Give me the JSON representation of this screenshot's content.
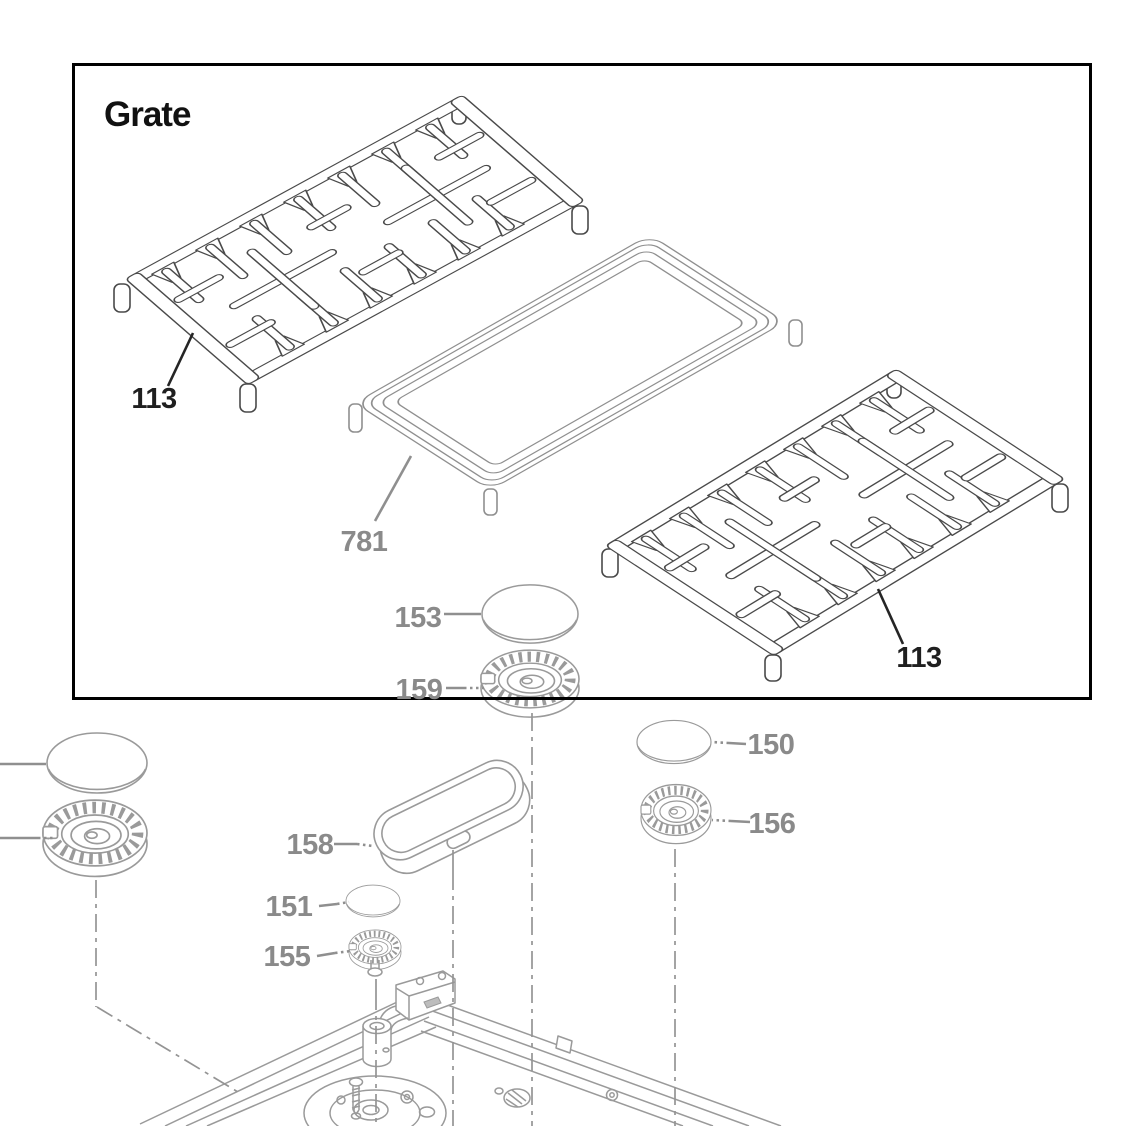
{
  "diagram": {
    "section_title": "Grate",
    "parts": [
      {
        "id": "grate-left",
        "label": "113",
        "label_style": "black"
      },
      {
        "id": "griddle",
        "label": "781",
        "label_style": "gray"
      },
      {
        "id": "grate-right",
        "label": "113",
        "label_style": "black"
      },
      {
        "id": "burner-cap-large",
        "label": "153",
        "label_style": "gray"
      },
      {
        "id": "burner-head-large",
        "label": "159",
        "label_style": "gray"
      },
      {
        "id": "burner-cap-medium",
        "label": "150",
        "label_style": "gray"
      },
      {
        "id": "burner-head-medium",
        "label": "156",
        "label_style": "gray"
      },
      {
        "id": "burner-cap-oval",
        "label": "158",
        "label_style": "gray"
      },
      {
        "id": "burner-cap-small",
        "label": "151",
        "label_style": "gray"
      },
      {
        "id": "burner-head-small",
        "label": "155",
        "label_style": "gray"
      }
    ],
    "colors": {
      "box_border": "#000000",
      "title_text": "#111111",
      "black_label": "#1f1f1f",
      "gray_label": "#8a8a8a",
      "grate_line": "#4a4a4a",
      "part_line": "#9a9a9a"
    }
  }
}
